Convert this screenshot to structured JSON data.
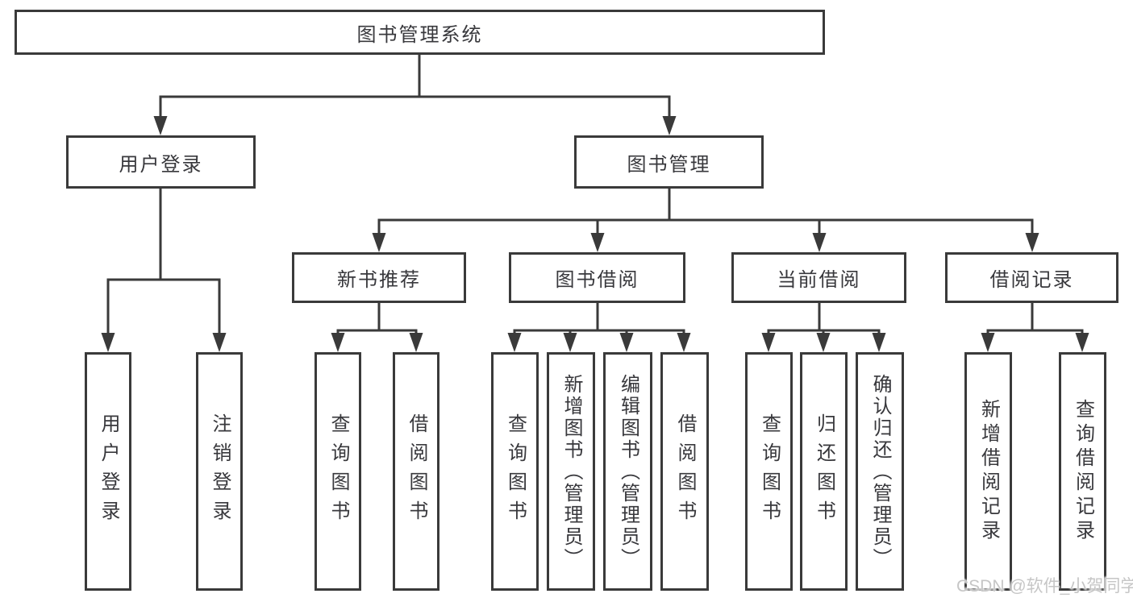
{
  "diagram": {
    "type": "hierarchy-functional-structure",
    "root": {
      "label": "图书管理系统",
      "children": [
        {
          "label": "用户登录",
          "children": [
            {
              "label": "用户登录"
            },
            {
              "label": "注销登录"
            }
          ]
        },
        {
          "label": "图书管理",
          "children": [
            {
              "label": "新书推荐",
              "children": [
                {
                  "label": "查询图书"
                },
                {
                  "label": "借阅图书"
                }
              ]
            },
            {
              "label": "图书借阅",
              "children": [
                {
                  "label": "查询图书"
                },
                {
                  "label": "新增图书（管理员）"
                },
                {
                  "label": "编辑图书（管理员）"
                },
                {
                  "label": "借阅图书"
                }
              ]
            },
            {
              "label": "当前借阅",
              "children": [
                {
                  "label": "查询图书"
                },
                {
                  "label": "归还图书"
                },
                {
                  "label": "确认归还（管理员）"
                }
              ]
            },
            {
              "label": "借阅记录",
              "children": [
                {
                  "label": "新增借阅记录"
                },
                {
                  "label": "查询借阅记录"
                }
              ]
            }
          ]
        }
      ]
    }
  },
  "watermark": {
    "text": "CSDN @软件_小贺同学"
  },
  "colors": {
    "line": "#3a3a3a",
    "box_border": "#3a3a3a",
    "text": "#38383c",
    "background": "#ffffff",
    "watermark": "#c6c6c6"
  }
}
